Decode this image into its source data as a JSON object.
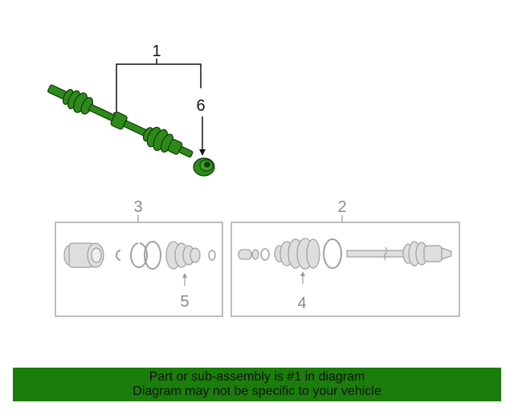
{
  "diagram": {
    "callouts": {
      "part_1": "1",
      "part_6": "6",
      "part_3": "3",
      "part_2": "2",
      "part_5": "5",
      "part_4": "4"
    },
    "colors": {
      "highlight_part": "#2e8a1b",
      "highlight_outline": "#0f3d08",
      "ghost_part": "#b8b8b8",
      "banner": "#1b7d0b"
    }
  },
  "footer": {
    "line1": "Part or sub-assembly is #1 in diagram",
    "line2": "Diagram may not be specific to your vehicle"
  }
}
